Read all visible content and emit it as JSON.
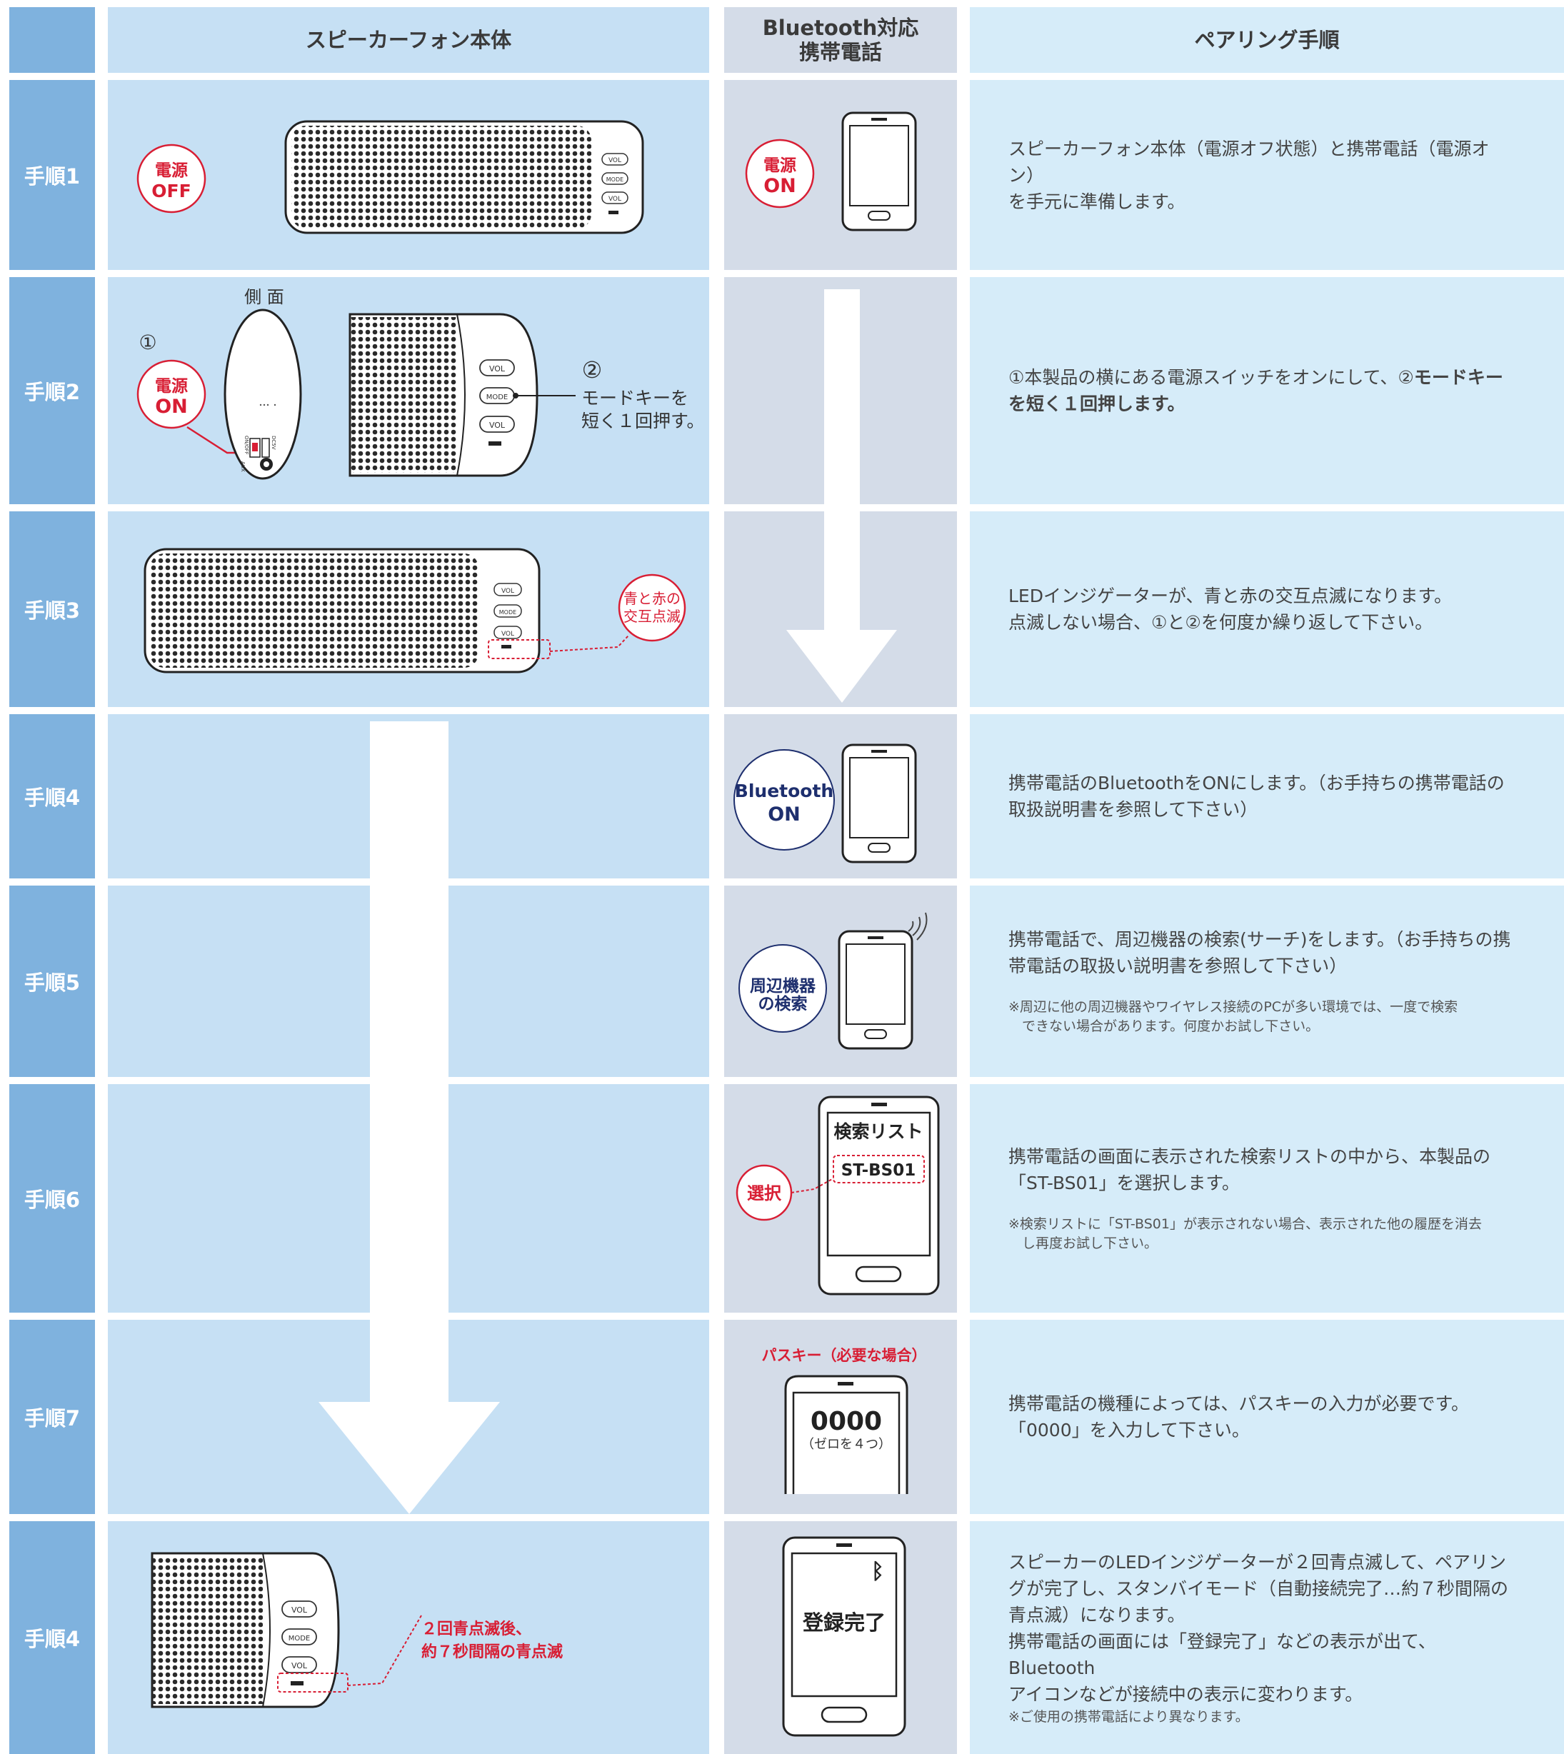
{
  "headers": {
    "device": "スピーカーフォン本体",
    "phone_line1": "Bluetooth対応",
    "phone_line2": "携帯電話",
    "pairing": "ペアリング手順"
  },
  "steps": [
    {
      "label": "手順1",
      "desc": "スピーカーフォン本体（電源オフ状態）と携帯電話（電源オン）\nを手元に準備します。"
    },
    {
      "label": "手順2",
      "desc_pre": "①本製品の横にある電源スイッチをオンにして、②",
      "desc_bold1": "モードキー",
      "desc_bold2": "を短く１回押します。"
    },
    {
      "label": "手順3",
      "desc": "LEDインジゲーターが、青と赤の交互点滅になります。\n点滅しない場合、①と②を何度か繰り返して下さい。"
    },
    {
      "label": "手順4",
      "desc": "携帯電話のBluetoothをONにします。（お手持ちの携帯電話の\n取扱説明書を参照して下さい）"
    },
    {
      "label": "手順5",
      "desc": "携帯電話で、周辺機器の検索(サーチ)をします。（お手持ちの携\n帯電話の取扱い説明書を参照して下さい）",
      "note": "※周辺に他の周辺機器やワイヤレス接続のPCが多い環境では、一度で検索\n　できない場合があります。何度かお試し下さい。"
    },
    {
      "label": "手順6",
      "desc": "携帯電話の画面に表示された検索リストの中から、本製品の\n「ST-BS01」を選択します。",
      "note": "※検索リストに「ST-BS01」が表示されない場合、表示された他の履歴を消去\n　し再度お試し下さい。"
    },
    {
      "label": "手順7",
      "desc": "携帯電話の機種によっては、パスキーの入力が必要です。\n「0000」を入力して下さい。"
    },
    {
      "label": "手順4",
      "desc": "スピーカーのLEDインジゲーターが２回青点滅して、ペアリン\nグが完了し、スタンバイモード（自動接続完了…約７秒間隔の\n青点滅）になります。\n携帯電話の画面には「登録完了」などの表示が出て、Bluetooth\nアイコンなどが接続中の表示に変わります。",
      "note": "※ご使用の携帯電話により異なります。"
    }
  ],
  "illustrations": {
    "power_label": "電源",
    "power_off": "OFF",
    "power_on": "ON",
    "side_view": "側 面",
    "circled_1": "①",
    "circled_2": "②",
    "mode_key_line1": "モードキーを",
    "mode_key_line2": "短く１回押す。",
    "btn_vol_up": "VOL",
    "btn_mode": "MODE",
    "btn_vol_down": "VOL",
    "port_aux": "AUX",
    "port_dc": "DC5V",
    "port_onoff": "ON/OFF",
    "blink_line1": "青と赤の",
    "blink_line2": "交互点滅",
    "bt_line1": "Bluetooth",
    "bt_line2": "ON",
    "search_line1": "周辺機器",
    "search_line2": "の検索",
    "list_title": "検索リスト",
    "list_item": "ST-BS01",
    "select": "選択",
    "passkey_title": "パスキー（必要な場合）",
    "passkey_code": "0000",
    "passkey_hint": "（ゼロを４つ）",
    "done_line1": "２回青点滅後、",
    "done_line2": "約７秒間隔の青点滅",
    "registered": "登録完了",
    "bluetooth_symbol": "ᛒ"
  },
  "colors": {
    "red": "#d81e34",
    "navy": "#1e2f6e",
    "step": "#7fb2de",
    "device_bg": "#c6e0f4",
    "phone_bg": "#d4dce8",
    "desc_bg": "#d6ecf9"
  }
}
